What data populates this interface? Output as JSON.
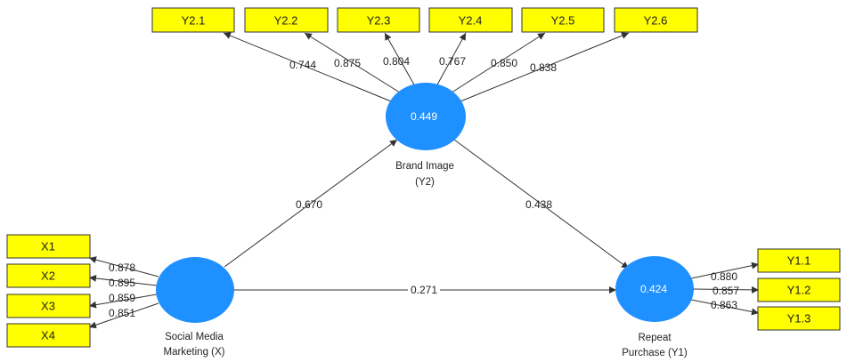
{
  "constructs": {
    "x": {
      "name_line1": "Social Media",
      "name_line2": "Marketing (X)",
      "value": ""
    },
    "y2": {
      "name_line1": "Brand Image",
      "name_line2": "(Y2)",
      "value": "0.449"
    },
    "y1": {
      "name_line1": "Repeat",
      "name_line2": "Purchase (Y1)",
      "value": "0.424"
    }
  },
  "indicators": {
    "x": [
      {
        "label": "X1",
        "loading": "0.878"
      },
      {
        "label": "X2",
        "loading": "0.895"
      },
      {
        "label": "X3",
        "loading": "0.859"
      },
      {
        "label": "X4",
        "loading": "0.851"
      }
    ],
    "y2": [
      {
        "label": "Y2.1",
        "loading": "0.744"
      },
      {
        "label": "Y2.2",
        "loading": "0.875"
      },
      {
        "label": "Y2.3",
        "loading": "0.804"
      },
      {
        "label": "Y2.4",
        "loading": "0.767"
      },
      {
        "label": "Y2.5",
        "loading": "0.850"
      },
      {
        "label": "Y2.6",
        "loading": "0.838"
      }
    ],
    "y1": [
      {
        "label": "Y1.1",
        "loading": "0.880"
      },
      {
        "label": "Y1.2",
        "loading": "0.857"
      },
      {
        "label": "Y1.3",
        "loading": "0.863"
      }
    ]
  },
  "paths": {
    "x_to_y2": "0.670",
    "y2_to_y1": "0.438",
    "x_to_y1": "0.271"
  },
  "colors": {
    "indicator_fill": "#ffff00",
    "construct_fill": "#1e90ff"
  }
}
